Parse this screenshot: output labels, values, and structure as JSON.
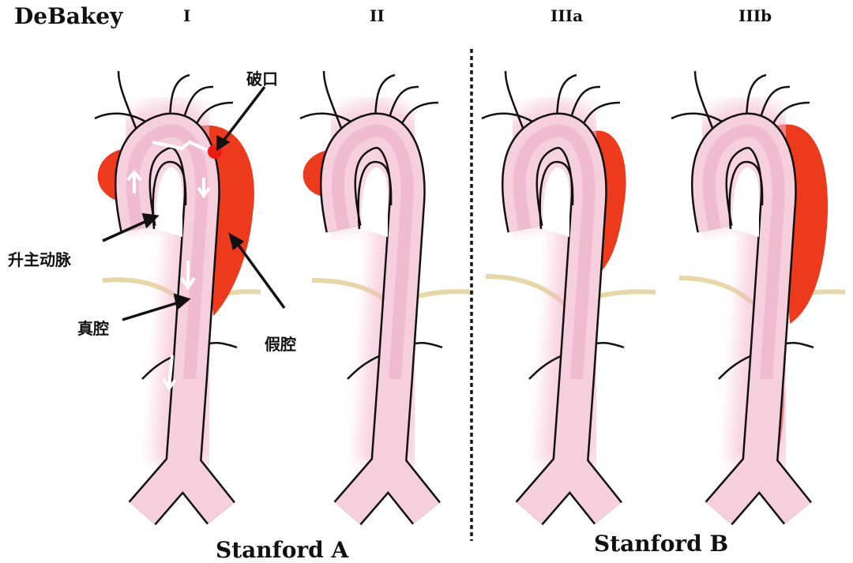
{
  "title": "DeBakey",
  "types": [
    "I",
    "II",
    "IIIa",
    "IIIb"
  ],
  "annotations": {
    "tear": "破口",
    "ascending_aorta": "升主动脉",
    "true_lumen": "真腔",
    "false_lumen": "假腔"
  },
  "stanford": [
    "Stanford A",
    "Stanford B"
  ],
  "colors": {
    "aorta": "#f2c4d4",
    "false_lumen": "#ee3a1c",
    "outline": "#111111",
    "diaphragm": "#ecdcae"
  }
}
